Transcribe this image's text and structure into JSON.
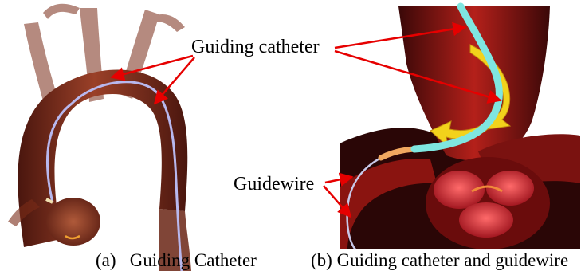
{
  "panel_a": {
    "caption": "(a)   Guiding Catheter"
  },
  "panel_b": {
    "caption": "(b) Guiding catheter and guidewire"
  },
  "annotations": {
    "guiding_catheter": "Guiding catheter",
    "guidewire": "Guidewire"
  },
  "colors": {
    "aorta_dark": "#5a1d12",
    "aorta_mid": "#8b3520",
    "aorta_light": "#c06a48",
    "vessel_bg": "#a0150f",
    "vessel_shadow": "#2a0606",
    "catheter_cyan": "#7fe6e0",
    "catheter_orange": "#f0a860",
    "guidewire": "#c8c8e8",
    "arrow_red": "#e60000",
    "flow_arrow_yellow": "#f2d21b",
    "valve_red": "#c8202a"
  }
}
